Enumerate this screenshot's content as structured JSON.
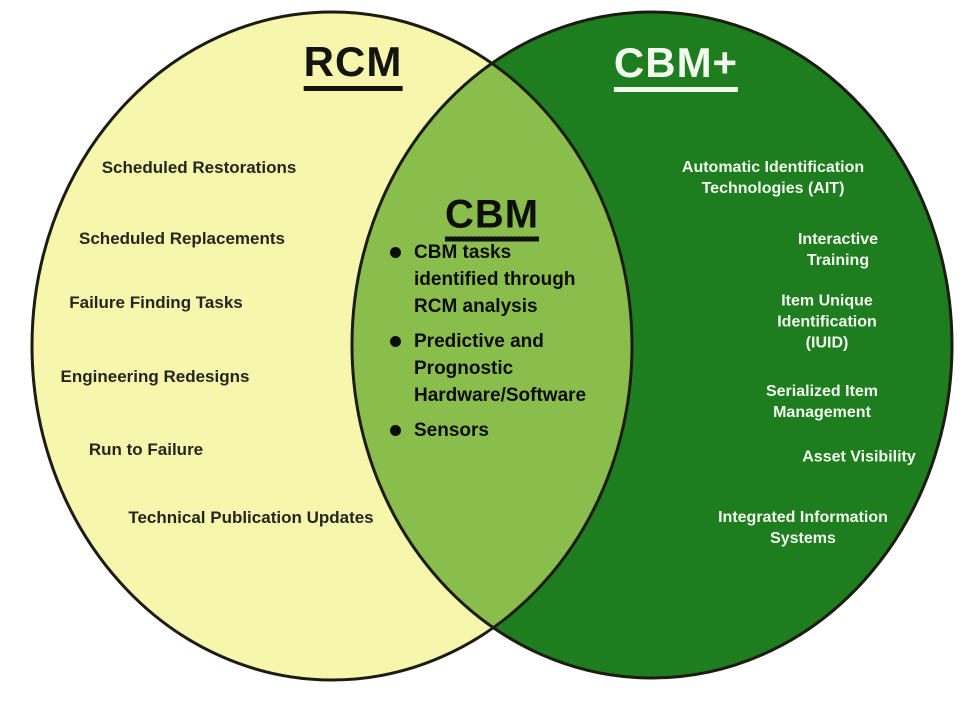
{
  "diagram_title": "RCM / CBM / CBM+ Venn diagram",
  "colors": {
    "rcm_fill": "#F6F6AD",
    "overlap_fill": "#8DC04F",
    "overlap_texture": "#6FA436",
    "cbm_plus_fill": "#1E7D1E",
    "outline": "#1C1C12",
    "rcm_text": "#262620",
    "overlap_text": "#0D0D08",
    "cbm_plus_text": "#F2F9EE"
  },
  "rcm": {
    "title": "RCM",
    "items": [
      "Scheduled Restorations",
      "Scheduled Replacements",
      "Failure Finding Tasks",
      "Engineering Redesigns",
      "Run to Failure",
      "Technical Publication Updates"
    ]
  },
  "overlap": {
    "title": "CBM",
    "bullets": [
      [
        "CBM tasks",
        "identified through",
        "RCM analysis"
      ],
      [
        "Predictive and",
        "Prognostic",
        "Hardware/Software"
      ],
      [
        "Sensors"
      ]
    ]
  },
  "cbm_plus": {
    "title": "CBM+",
    "items": [
      [
        "Automatic Identification",
        "Technologies (AIT)"
      ],
      [
        "Interactive Training"
      ],
      [
        "Item Unique Identification",
        "(IUID)"
      ],
      [
        "Serialized Item",
        "Management"
      ],
      [
        "Asset Visibility"
      ],
      [
        "Integrated Information",
        "Systems"
      ]
    ]
  }
}
